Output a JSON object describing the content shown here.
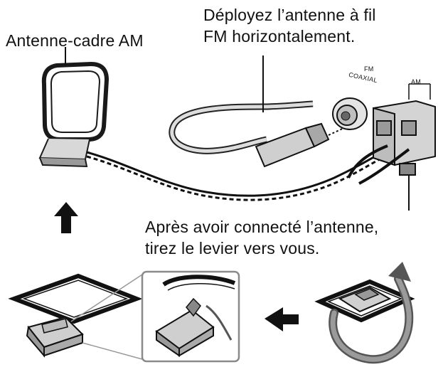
{
  "labels": {
    "am_loop_antenna": "Antenne-cadre AM",
    "fm_wire_line1": "Déployez l’antenne à fil",
    "fm_wire_line2": "FM horizontalement.",
    "after_connect_line1": "Après avoir connecté l’antenne,",
    "after_connect_line2": "tirez le levier vers vous."
  },
  "terminal_labels": {
    "fm": "FM",
    "coaxial": "COAXIAL",
    "am": "AM"
  },
  "icons": [
    "am-loop-antenna-icon",
    "fm-wire-antenna-icon",
    "fm-coaxial-plug-icon",
    "antenna-terminal-block-icon",
    "arrow-up-icon",
    "arrow-left-icon",
    "rotate-arrow-icon",
    "zoom-detail-icon"
  ]
}
